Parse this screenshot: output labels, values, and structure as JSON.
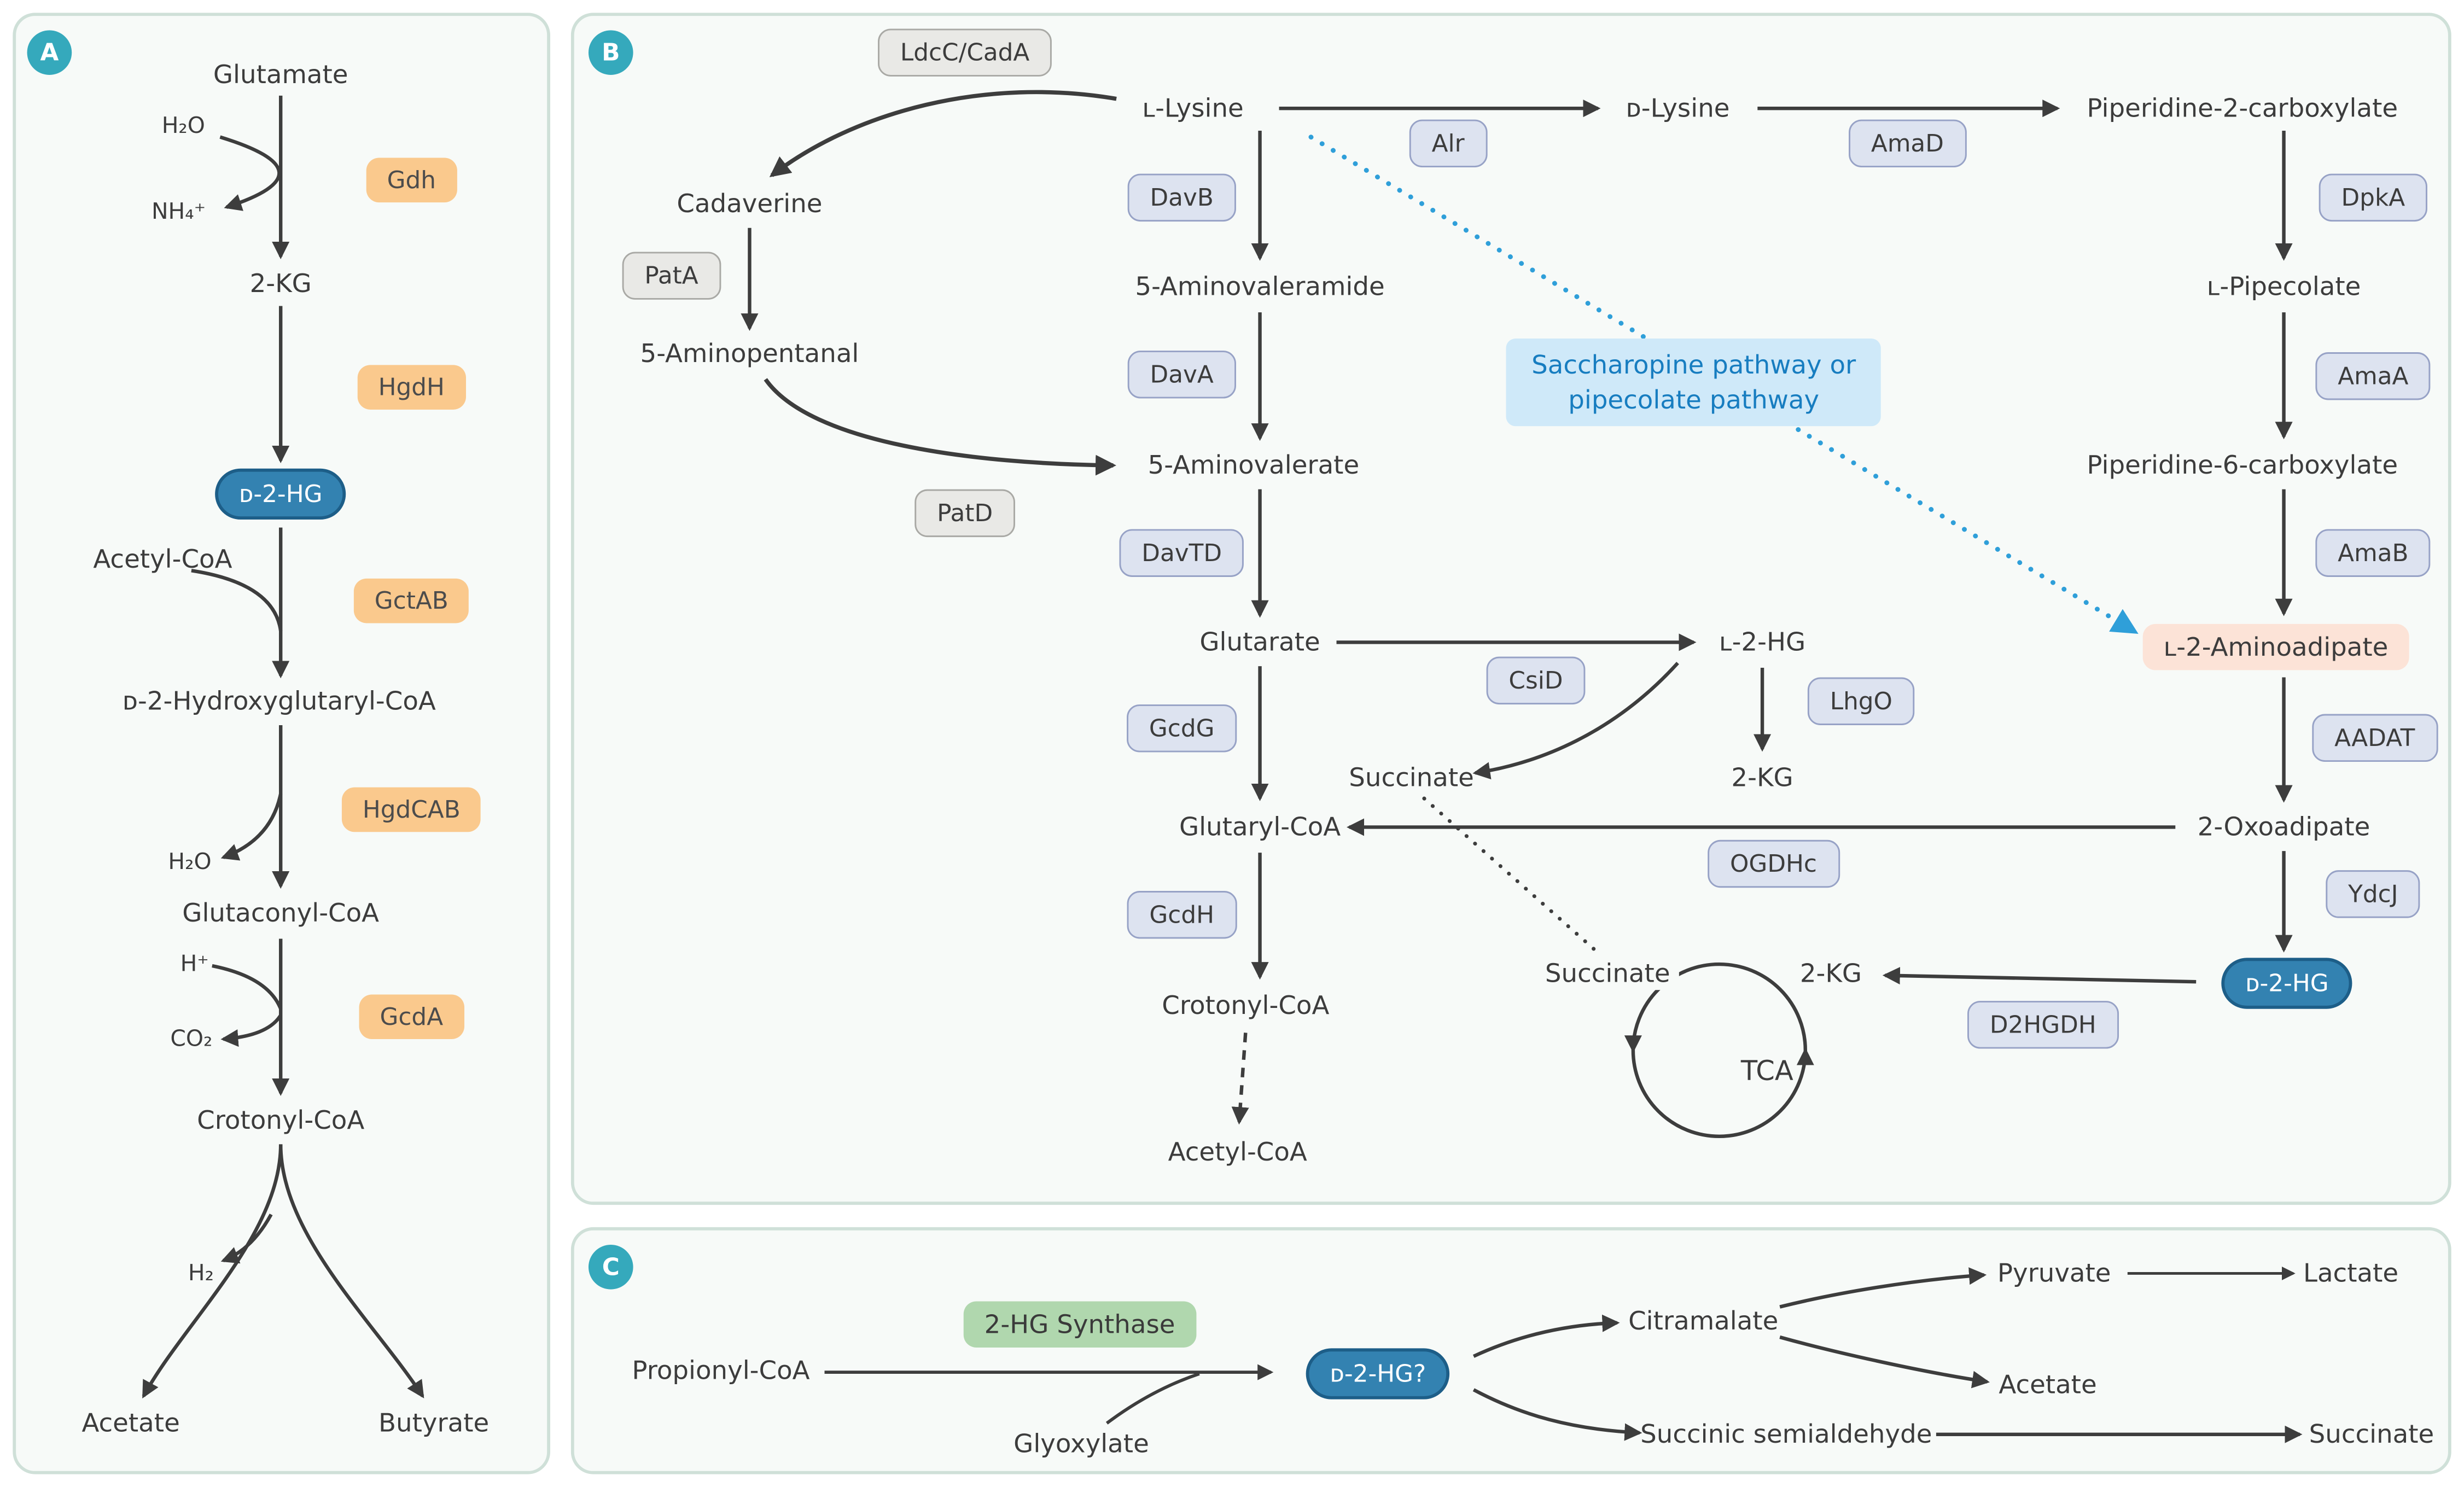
{
  "figure": {
    "title": "D-2-HG metabolic pathways"
  },
  "colors": {
    "panel_bg": "#f7faf8",
    "panel_border": "#cfe0d8",
    "badge_teal": "#35a9bc",
    "enzyme_orange": "#fac98d",
    "enzyme_gray": "#e9e9e6",
    "enzyme_lavender": "#dde3f0",
    "pill_blue": "#3382b1",
    "pill_blue_border": "#1d5e88",
    "highlight_pink": "#fce3d7",
    "highlight_green": "#b0d7ae",
    "note_blue_bg": "#cfe9f9",
    "note_blue_text": "#177dc0",
    "arrow": "#3d3d3d",
    "blue_arrow": "#2f9fd9"
  },
  "panelA": {
    "badge": "A",
    "nodes": {
      "glutamate": "Glutamate",
      "h2o_in": "H₂O",
      "nh4": "NH₄⁺",
      "kg2": "2-KG",
      "d2hg": "ᴅ-2-HG",
      "acetyl_coa": "Acetyl-CoA",
      "dhg_coa": "ᴅ-2-Hydroxyglutaryl-CoA",
      "h2o_out": "H₂O",
      "glutaconyl_coa": "Glutaconyl-CoA",
      "h_plus": "H⁺",
      "co2": "CO₂",
      "crotonyl_coa": "Crotonyl-CoA",
      "h2": "H₂",
      "acetate": "Acetate",
      "butyrate": "Butyrate"
    },
    "enzymes": {
      "gdh": "Gdh",
      "hgdh": "HgdH",
      "gctab": "GctAB",
      "hgdcab": "HgdCAB",
      "gcda": "GcdA"
    }
  },
  "panelB": {
    "badge": "B",
    "nodes": {
      "l_lysine": "ʟ-Lysine",
      "cadaverine": "Cadaverine",
      "aminopentanal": "5-Aminopentanal",
      "d_lysine": "ᴅ-Lysine",
      "pip2": "Piperidine-2-carboxylate",
      "l_pipecolate": "ʟ-Pipecolate",
      "pip6": "Piperidine-6-carboxylate",
      "l2aa": "ʟ-2-Aminoadipate",
      "oxoadipate": "2-Oxoadipate",
      "d2hg": "ᴅ-2-HG",
      "aminovaleramide": "5-Aminovaleramide",
      "aminovalerate": "5-Aminovalerate",
      "glutarate": "Glutarate",
      "l2hg": "ʟ-2-HG",
      "succinate_csid": "Succinate",
      "kg2_lhgo": "2-KG",
      "glutaryl_coa": "Glutaryl-CoA",
      "crotonyl_coa": "Crotonyl-CoA",
      "acetyl_coa": "Acetyl-CoA",
      "succinate_tca": "Succinate",
      "kg2_tca": "2-KG",
      "tca": "TCA"
    },
    "enzymes": {
      "ldcc_cada": "LdcC/CadA",
      "pata": "PatA",
      "patd": "PatD",
      "alr": "Alr",
      "amad": "AmaD",
      "dpka": "DpkA",
      "amaa": "AmaA",
      "amab": "AmaB",
      "aadat": "AADAT",
      "ydcj": "YdcJ",
      "davb": "DavB",
      "dava": "DavA",
      "davtd": "DavTD",
      "csid": "CsiD",
      "lhgo": "LhgO",
      "gcdg": "GcdG",
      "gcdh": "GcdH",
      "ogdhc": "OGDHc",
      "d2hgdh": "D2HGDH"
    },
    "note": {
      "line1": "Saccharopine pathway or",
      "line2": "pipecolate pathway"
    }
  },
  "panelC": {
    "badge": "C",
    "nodes": {
      "propionyl_coa": "Propionyl-CoA",
      "glyoxylate": "Glyoxylate",
      "d2hg_q": "ᴅ-2-HG?",
      "citramalate": "Citramalate",
      "pyruvate": "Pyruvate",
      "lactate": "Lactate",
      "acetate": "Acetate",
      "succinic_semialdehyde": "Succinic semialdehyde",
      "succinate": "Succinate"
    },
    "enzymes": {
      "hg_synthase": "2-HG Synthase"
    }
  }
}
